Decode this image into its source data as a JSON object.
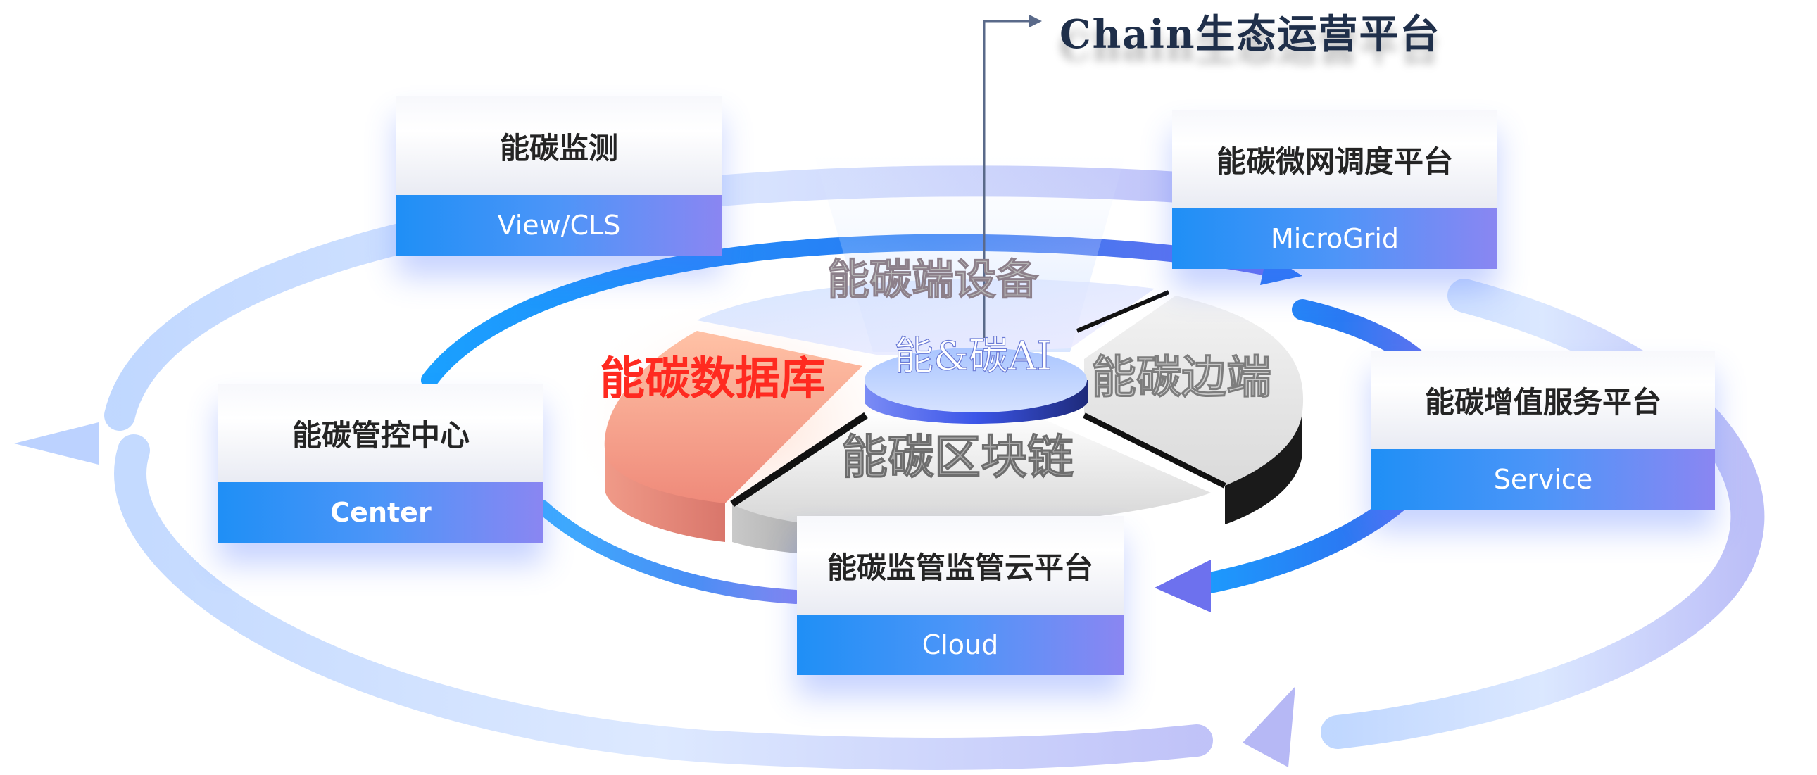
{
  "title": "Chain生态运营平台",
  "center": {
    "hub": "能&碳AI",
    "segments": {
      "devices": "能碳端设备",
      "edge": "能碳边端",
      "blockchain": "能碳区块链",
      "database": "能碳数据库"
    }
  },
  "platforms": [
    {
      "cn": "能碳监测",
      "en": "View/CLS"
    },
    {
      "cn": "能碳微网调度平台",
      "en": "MicroGrid"
    },
    {
      "cn": "能碳管控中心",
      "en": "Center"
    },
    {
      "cn": "能碳增值服务平台",
      "en": "Service"
    },
    {
      "cn": "能碳监管监管云平台",
      "en": "Cloud"
    }
  ],
  "colors": {
    "ring_blue": "#2a86f5",
    "database_red": "#ff3b30",
    "label_bar_start": "#1f8ff6",
    "label_bar_end": "#8a86f2"
  }
}
